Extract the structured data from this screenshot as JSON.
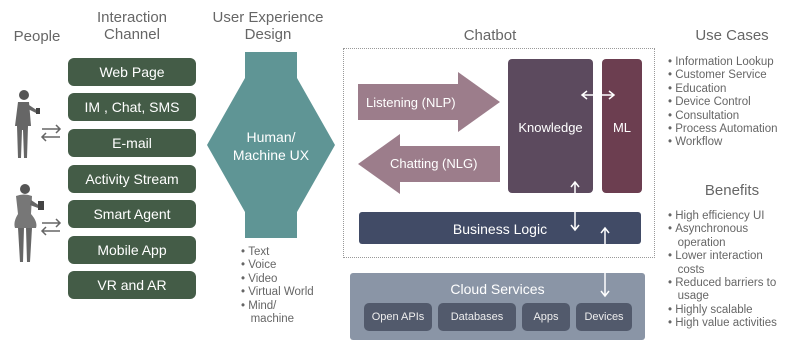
{
  "headers": {
    "people": "People",
    "channel": [
      "Interaction",
      "Channel"
    ],
    "ux": [
      "User Experience",
      "Design"
    ],
    "chatbot": "Chatbot",
    "use_cases": "Use Cases",
    "benefits": "Benefits"
  },
  "channels": [
    "Web Page",
    "IM , Chat, SMS",
    "E-mail",
    "Activity Stream",
    "Smart Agent",
    "Mobile App",
    "VR and AR"
  ],
  "ux_label": [
    "Human/",
    "Machine UX"
  ],
  "ux_items": [
    "Text",
    "Voice",
    "Video",
    "Virtual World",
    "Mind/",
    "machine"
  ],
  "chatbot": {
    "listening": "Listening (NLP)",
    "chatting": "Chatting (NLG)",
    "knowledge": "Knowledge",
    "ml": "ML",
    "business_logic": "Business Logic"
  },
  "cloud": {
    "title": "Cloud Services",
    "services": [
      "Open APIs",
      "Databases",
      "Apps",
      "Devices"
    ]
  },
  "use_cases": [
    "Information Lookup",
    "Customer Service",
    "Education",
    "Device Control",
    "Consultation",
    "Process Automation",
    "Workflow"
  ],
  "benefits": [
    "High efficiency UI",
    "Asynchronous",
    "operation",
    "Lower interaction",
    "costs",
    "Reduced barriers to",
    "usage",
    "Highly scalable",
    "High value activities"
  ],
  "colors": {
    "channel": "#445c47",
    "ux": "#5f9595",
    "arrow": "#9c7d8b",
    "knowledge": "#5c4a5e",
    "ml": "#6c3e50",
    "business_logic": "#414b66",
    "cloud": "#8a95a6"
  }
}
